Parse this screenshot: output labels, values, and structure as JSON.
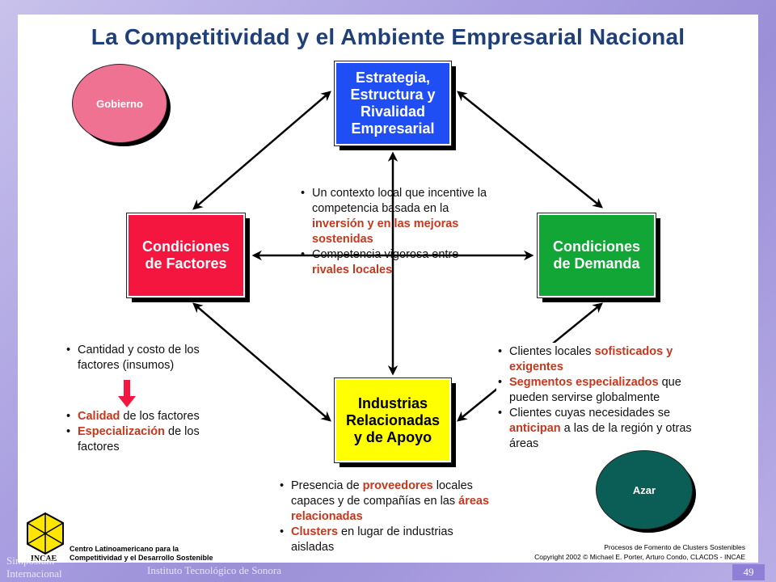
{
  "title": "La Competitividad y el Ambiente Empresarial Nacional",
  "nodes": {
    "estrategia": "Estrategia,\nEstructura y\nRivalidad\nEmpresarial",
    "factores": "Condiciones\nde Factores",
    "demanda": "Condiciones\nde Demanda",
    "industrias": "Industrias\nRelacionadas\ny de Apoyo",
    "gobierno": "Gobierno",
    "azar": "Azar"
  },
  "colors": {
    "estrategia": "#1f4ef5",
    "factores": "#f5163f",
    "demanda": "#12a636",
    "industrias": "#ffff00",
    "gobierno": "#f07293",
    "azar": "#0b5e55",
    "highlight": "#c8371d",
    "title": "#1f3f78"
  },
  "center_bullets": [
    [
      {
        "t": "Un contexto local que incentive la competencia basada en la "
      },
      {
        "t": "inversión y en las mejoras sostenidas",
        "hl": true
      }
    ],
    [
      {
        "t": "Competencia vigorosa entre "
      },
      {
        "t": "rivales locales",
        "hl": true
      }
    ]
  ],
  "factores_bullets_top": [
    [
      {
        "t": "Cantidad y costo de los factores (insumos)"
      }
    ]
  ],
  "factores_bullets_bottom": [
    [
      {
        "t": "Calidad",
        "hl": true
      },
      {
        "t": " de los factores"
      }
    ],
    [
      {
        "t": "Especialización",
        "hl": true
      },
      {
        "t": " de los factores"
      }
    ]
  ],
  "demanda_bullets": [
    [
      {
        "t": "Clientes locales "
      },
      {
        "t": "sofisticados y exigentes",
        "hl": true
      }
    ],
    [
      {
        "t": "Segmentos especializados",
        "hl": true
      },
      {
        "t": " que pueden servirse globalmente"
      }
    ],
    [
      {
        "t": "Clientes cuyas necesidades se "
      },
      {
        "t": "anticipan",
        "hl": true
      },
      {
        "t": " a las de la región y otras áreas"
      }
    ]
  ],
  "industrias_bullets": [
    [
      {
        "t": "Presencia de "
      },
      {
        "t": "proveedores",
        "hl": true
      },
      {
        "t": " locales capaces y de compañías en las "
      },
      {
        "t": "áreas relacionadas",
        "hl": true
      }
    ],
    [
      {
        "t": "Clusters",
        "hl": true
      },
      {
        "t": " en lugar de industrias aisladas"
      }
    ]
  ],
  "footer": {
    "logo_text": "INCAE",
    "org_line1": "Centro Latinoamericano para la",
    "org_line2": "Competitividad y el Desarrollo Sostenible",
    "credit_line1": "Procesos de Fomento de Clusters Sostenibles",
    "credit_line2": "Copyright 2002 © Michael E. Porter, Arturo Condo, CLACDS - INCAE",
    "left_text_line1": "Simposium",
    "left_text_line2": "Internacional",
    "center_text": "Instituto Tecnológico de Sonora",
    "page_number": "49"
  }
}
